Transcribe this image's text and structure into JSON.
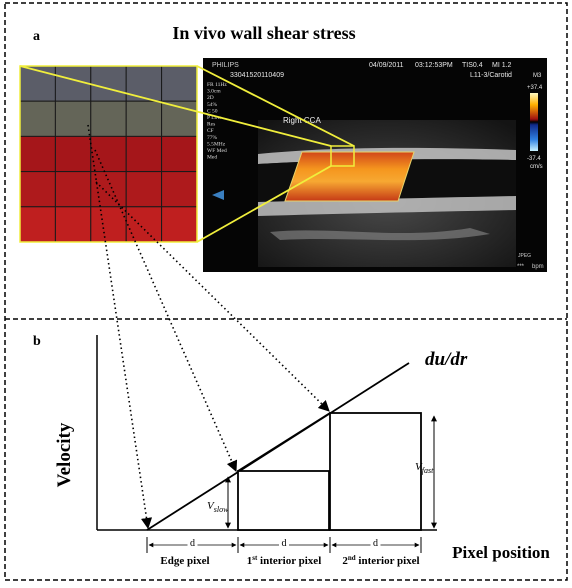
{
  "panel_a": {
    "label": "a",
    "title": "In vivo wall shear stress",
    "ultrasound": {
      "brand": "PHILIPS",
      "date": "04/09/2011",
      "time": "03:12:53PM",
      "tis": "TIS0.4",
      "mi": "MI 1.2",
      "patient_id": "33041520110409",
      "preset": "L11-3/Carotid",
      "settings": [
        "FR 11Hz",
        "3.0cm",
        "2D",
        "54%",
        "C 50",
        "P Low",
        "Res",
        "CF",
        "77%",
        "5.5MHz",
        "WF Med",
        "Med"
      ],
      "vessel_label": "Right  CCA",
      "mode_label": "M3",
      "scale_top": "+37.4",
      "scale_bottom": "-37.4",
      "scale_unit": "cm/s",
      "format": "JPEG",
      "bpm_label": "bpm",
      "hr_label": "***"
    },
    "colors": {
      "pixel_rows": [
        "#5b5d68",
        "#646558",
        "#a5161a",
        "#ae1a1c",
        "#bf1f1f"
      ],
      "zoom_box": "#f0ee3c"
    }
  },
  "panel_b": {
    "label": "b",
    "y_axis_label": "Velocity",
    "x_axis_label": "Pixel position",
    "slope_label": "du/dr",
    "v_slow_label": "V",
    "v_slow_sub": "slow",
    "v_fast_label": "V",
    "v_fast_sub": "fast",
    "d_label": "d",
    "pixels": [
      {
        "label": "Edge pixel"
      },
      {
        "label_pre": "1",
        "label_sup": "st",
        "label_post": " interior pixel"
      },
      {
        "label_pre": "2",
        "label_sup": "nd",
        "label_post": " interior pixel"
      }
    ]
  }
}
